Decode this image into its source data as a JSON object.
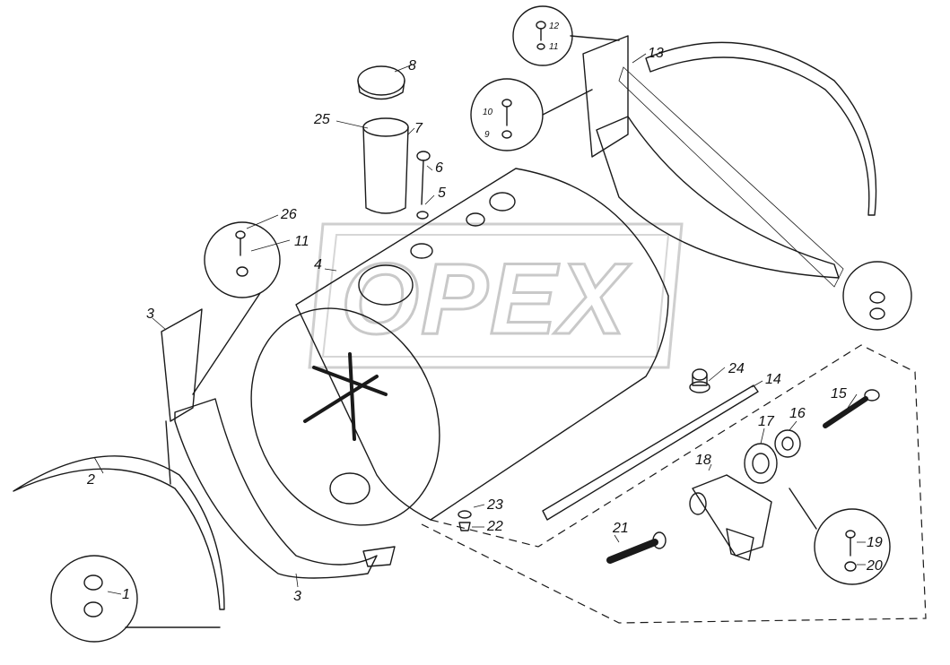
{
  "watermark": "OPEX",
  "callouts": [
    {
      "id": "c8",
      "text": "8"
    },
    {
      "id": "c25",
      "text": "25"
    },
    {
      "id": "c7",
      "text": "7"
    },
    {
      "id": "c6",
      "text": "6"
    },
    {
      "id": "c5",
      "text": "5"
    },
    {
      "id": "c26",
      "text": "26"
    },
    {
      "id": "c11",
      "text": "11"
    },
    {
      "id": "c4",
      "text": "4"
    },
    {
      "id": "c3a",
      "text": "3"
    },
    {
      "id": "c2",
      "text": "2"
    },
    {
      "id": "c1",
      "text": "1"
    },
    {
      "id": "c3b",
      "text": "3"
    },
    {
      "id": "c13",
      "text": "13"
    },
    {
      "id": "c24",
      "text": "24"
    },
    {
      "id": "c14",
      "text": "14"
    },
    {
      "id": "c15",
      "text": "15"
    },
    {
      "id": "c16",
      "text": "16"
    },
    {
      "id": "c17",
      "text": "17"
    },
    {
      "id": "c18",
      "text": "18"
    },
    {
      "id": "c23",
      "text": "23"
    },
    {
      "id": "c22",
      "text": "22"
    },
    {
      "id": "c21",
      "text": "21"
    },
    {
      "id": "c19",
      "text": "19"
    },
    {
      "id": "c20",
      "text": "20"
    }
  ],
  "small_callouts": [
    {
      "id": "s12",
      "text": "12"
    },
    {
      "id": "s11",
      "text": "11"
    },
    {
      "id": "s10",
      "text": "10"
    },
    {
      "id": "s9",
      "text": "9"
    }
  ]
}
